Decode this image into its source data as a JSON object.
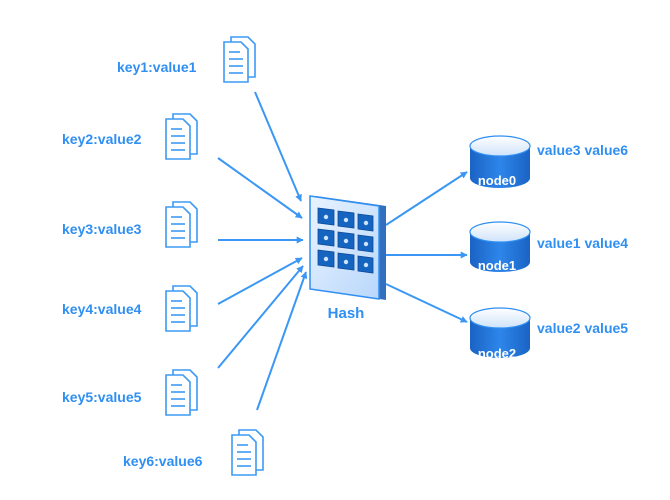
{
  "colors": {
    "accent": "#2f8ff2",
    "arrow": "#3a97f5",
    "hash_tile": "#1565c0",
    "db_body": "#1e6fd0"
  },
  "icons": {
    "document": "document-stack-icon",
    "hash": "hash-grid-icon",
    "database": "database-cylinder-icon"
  },
  "keys": [
    {
      "label": "key1:value1"
    },
    {
      "label": "key2:value2"
    },
    {
      "label": "key3:value3"
    },
    {
      "label": "key4:value4"
    },
    {
      "label": "key5:value5"
    },
    {
      "label": "key6:value6"
    }
  ],
  "hash": {
    "label": "Hash"
  },
  "nodes": [
    {
      "name": "node0",
      "values": "value3 value6"
    },
    {
      "name": "node1",
      "values": "value1 value4"
    },
    {
      "name": "node2",
      "values": "value2 value5"
    }
  ]
}
